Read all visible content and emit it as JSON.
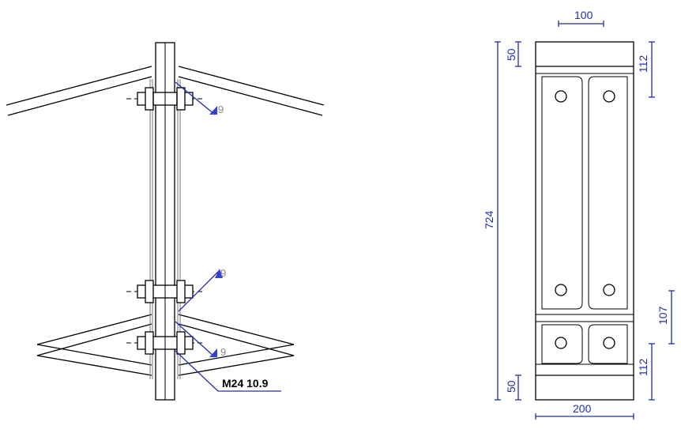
{
  "colors": {
    "line": "#000000",
    "dimension": "#1f2fa8",
    "weld_text": "#888888",
    "weld_flag": "#3344cc"
  },
  "side_view": {
    "weld_labels": [
      "9",
      "9",
      "9"
    ],
    "bolt_label": "M24 10.9"
  },
  "plate_view": {
    "dim_top_width": "100",
    "dim_bottom_width": "200",
    "dim_total_height": "724",
    "dim_top_left": "50",
    "dim_bottom_left": "50",
    "dim_top_right": "112",
    "dim_mid_right": "107",
    "dim_bottom_right": "112"
  }
}
